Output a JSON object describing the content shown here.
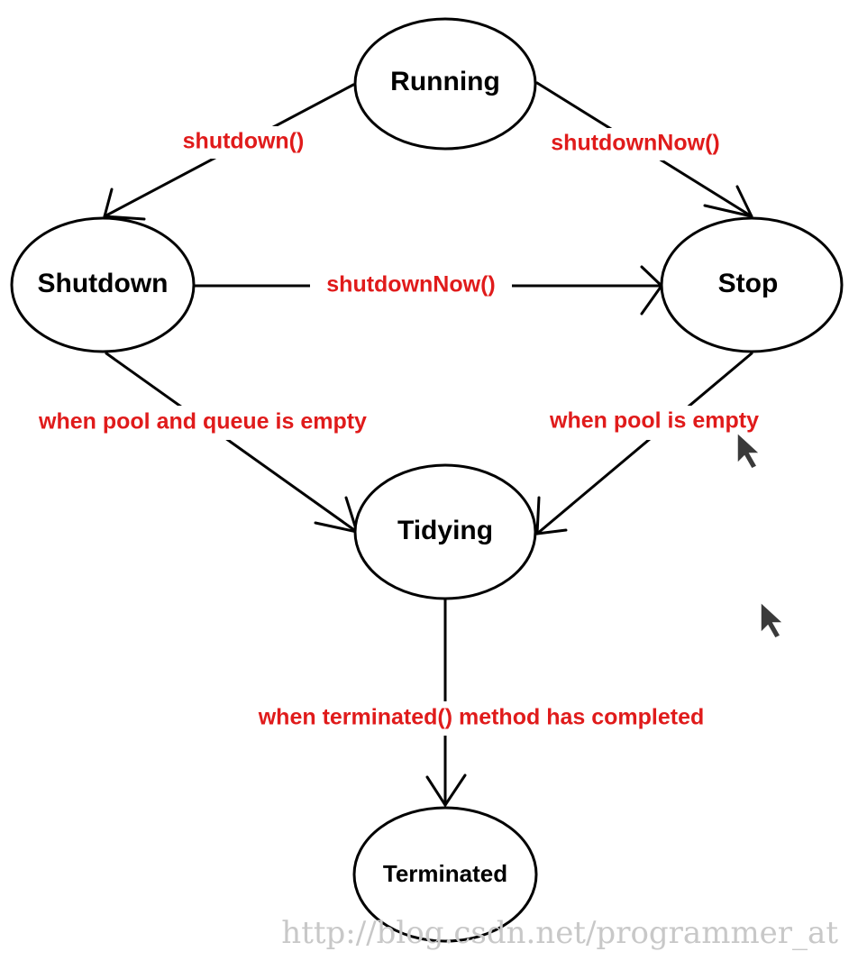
{
  "colors": {
    "edge_label": "#e01b1b",
    "node_stroke": "#000000",
    "watermark": "#c8c8c8"
  },
  "nodes": {
    "running": "Running",
    "shutdown": "Shutdown",
    "stop": "Stop",
    "tidying": "Tidying",
    "terminated": "Terminated"
  },
  "edges": {
    "running_to_shutdown": "shutdown()",
    "running_to_stop": "shutdownNow()",
    "shutdown_to_stop": "shutdownNow()",
    "shutdown_to_tidying": "when pool and queue is empty",
    "stop_to_tidying": "when pool is empty",
    "tidying_to_terminated": "when terminated() method has completed"
  },
  "watermark": "http://blog.csdn.net/programmer_at",
  "icons": [
    "mouse-cursor-icon",
    "mouse-cursor-icon"
  ]
}
